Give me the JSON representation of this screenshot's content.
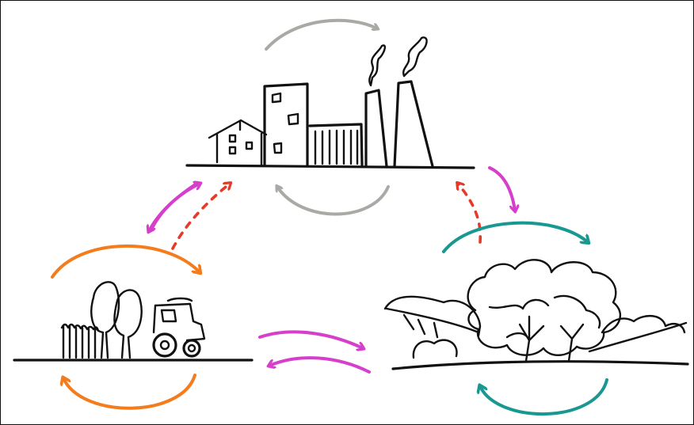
{
  "diagram": {
    "nodes": [
      {
        "id": "industry",
        "icons": [
          "house-icon",
          "office-building-icon",
          "warehouse-icon",
          "smokestack-icon",
          "smoke-icon"
        ]
      },
      {
        "id": "agriculture",
        "icons": [
          "tree-icon",
          "crop-icon",
          "tractor-icon"
        ]
      },
      {
        "id": "forest",
        "icons": [
          "tree-canopy-icon",
          "shrub-icon",
          "hill-icon"
        ]
      }
    ],
    "colors": {
      "industry_cycle": "#a9aaa6",
      "industry_forest_flow": "#d63fc9",
      "agriculture_industry_flow": "#d63fc9",
      "dashed_return": "#e43a2a",
      "agriculture_cycle": "#f47c1c",
      "forest_cycle": "#199892",
      "exchange_arrows": "#d63fc9",
      "ink": "#111111"
    }
  }
}
